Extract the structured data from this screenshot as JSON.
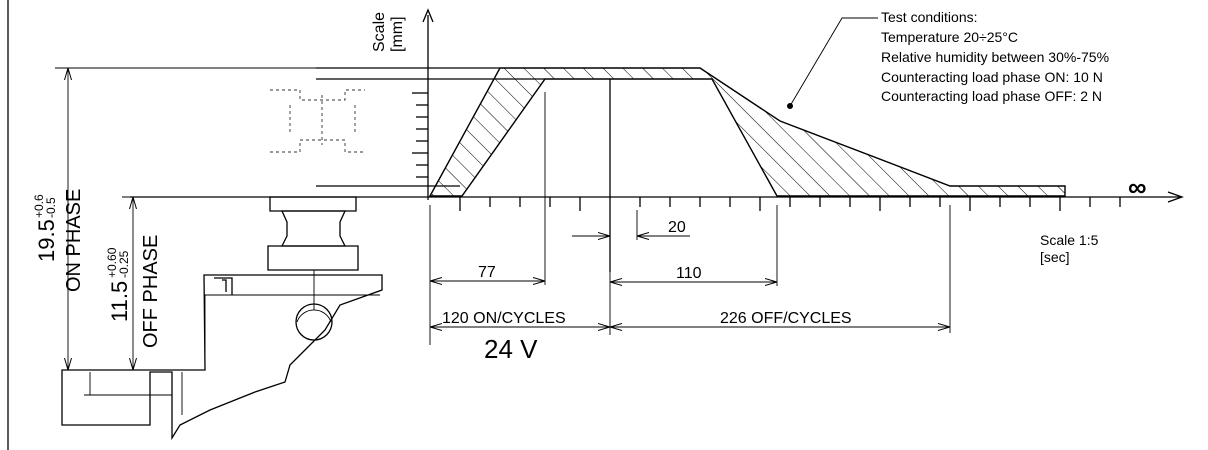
{
  "axes": {
    "y_label_line1": "Scale",
    "y_label_line2": "[mm]",
    "x_infinity": "∞",
    "x_scale_line1": "Scale 1:5",
    "x_scale_line2": "[sec]"
  },
  "test_conditions": {
    "lines": [
      "Test conditions:",
      "Temperature 20÷25°C",
      "Relative humidity between 30%-75%",
      "Counteracting load phase ON: 10 N",
      "Counteracting load phase OFF: 2 N"
    ]
  },
  "timing": {
    "dim_20": "20",
    "dim_77": "77",
    "dim_110": "110",
    "on_cycles": "120 ON/CYCLES",
    "off_cycles": "226 OFF/CYCLES",
    "voltage": "24 V"
  },
  "stroke": {
    "on_value": "19.5",
    "on_tol_plus": "+0.6",
    "on_tol_minus": "-0.5",
    "on_phase": "ON PHASE",
    "off_value": "11.5",
    "off_tol_plus": "+0.60",
    "off_tol_minus": "-0.25",
    "off_phase": "OFF PHASE"
  }
}
